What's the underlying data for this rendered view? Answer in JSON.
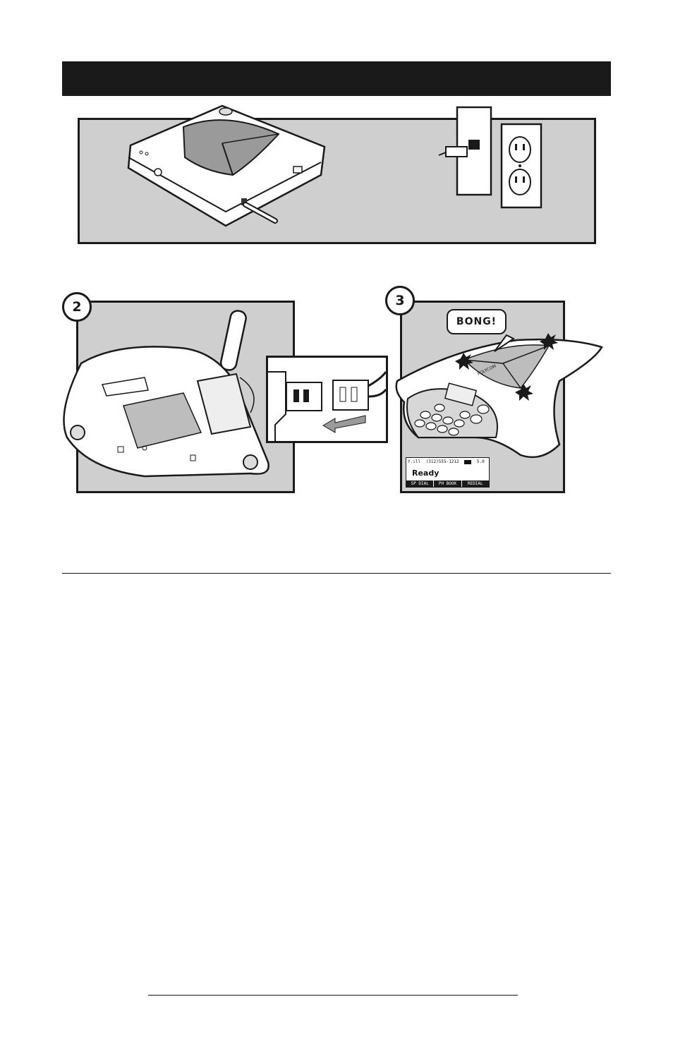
{
  "steps": [
    {
      "number": "2"
    },
    {
      "number": "3"
    }
  ],
  "callout": {
    "text": "BONG!"
  },
  "display": {
    "status": [
      "Y.ıll",
      "(312)555-1212",
      "5.0"
    ],
    "main": "Ready",
    "softkeys": [
      "SP DIAL",
      "PH BOOK",
      "REDIAL"
    ]
  },
  "brand": {
    "logo_text": "POLYCOM"
  },
  "colors": {
    "ink": "#1a1a1a",
    "panel": "#cfcfcf",
    "background": "#ffffff"
  }
}
